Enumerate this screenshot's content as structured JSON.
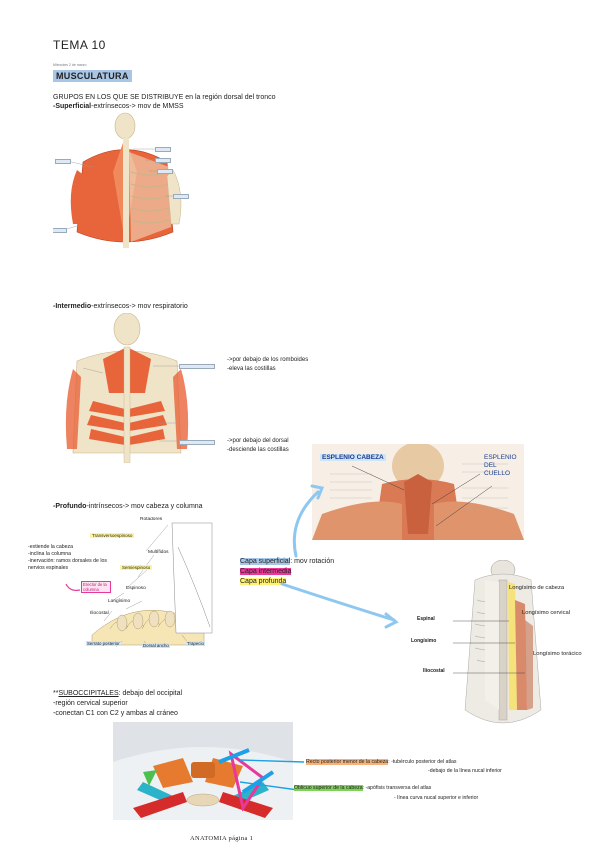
{
  "page": {
    "title": "TEMA 10",
    "small_note": "Miércoles 2 de marzo",
    "section": "MUSCULATURA",
    "intro": "GRUPOS EN LOS QUE SE DISTRIBUYE en la región dorsal del tronco",
    "footer": "ANATOMIA página 1"
  },
  "superficial": {
    "label": "-Superficial",
    "rest": "-extrínsecos-> mov de MMSS"
  },
  "intermedio": {
    "label": "-Intermedio",
    "rest": "-extrínsecos-> mov respiratorio",
    "note1_line1": "->por debajo de los romboides",
    "note1_line2": "-eleva las costillas",
    "note2_line1": "->por debajo del dorsal",
    "note2_line2": "-desciende las costillas"
  },
  "profundo": {
    "label": "-Profundo",
    "rest": "-intrínsecos-> mov cabeza y columna",
    "side1": "-extiende la cabeza",
    "side2": "-inclina la columna",
    "side3": "-inervación: ramos dorsales de los",
    "side4": "nervios espinales",
    "tag_transverso": "Transversoespinoso",
    "tag_semiespinoso": "Semiespinoso",
    "tag_erector": "Erector de la columna",
    "lbl_rotadores": "Rotadores",
    "lbl_multifidos": "Multífidos",
    "lbl_espinoso": "Espinoso",
    "lbl_longisimo": "Longísimo",
    "lbl_iliocostal": "Iliocostal",
    "lbl_serrato": "Serrato posterior",
    "lbl_dorsal": "Dorsal ancho",
    "lbl_trapecio": "Trapecio"
  },
  "capas": {
    "superficial_lbl": "Capa superficial",
    "superficial_rest": ": mov rotación",
    "intermedia": "Capa intermedia",
    "profunda": "Capa profunda"
  },
  "esplenio": {
    "cabeza": "ESPLENIO CABEZA",
    "cuello1": "ESPLENIO",
    "cuello2": "DEL",
    "cuello3": "CUELLO"
  },
  "spine_labels": {
    "espinal": "Espinal",
    "longisimo": "Longísimo",
    "iliocostal": "Iliocostal",
    "long_cabeza": "Longísimo de cabeza",
    "long_cervical": "Longísimo cervical",
    "long_toracico": "Longísimo torácico"
  },
  "suboccipitales": {
    "prefix": "**",
    "label": "SUBOCCIPITALES",
    "rest": ": debajo del occipital",
    "line1": "-región cervical superior",
    "line2": "-conectan C1 con C2 y ambas al cráneo"
  },
  "recto": {
    "label": "Recto posterior menor de la cabeza",
    "rest1": ": -tubérculo posterior del atlas",
    "rest2": "-debajo de la línea nucal inferior"
  },
  "oblicuo": {
    "label": "Oblicuo superior de la cabeza",
    "rest1": ": -apófisis transversa del atlas",
    "rest2": "- línea curva nucal superior e inferior"
  },
  "colors": {
    "highlight_blue": "#a9c6e6",
    "muscle": "#e8643a",
    "bone": "#efe3c8",
    "arrow": "#8ec7f0",
    "pink": "#e8399a"
  }
}
